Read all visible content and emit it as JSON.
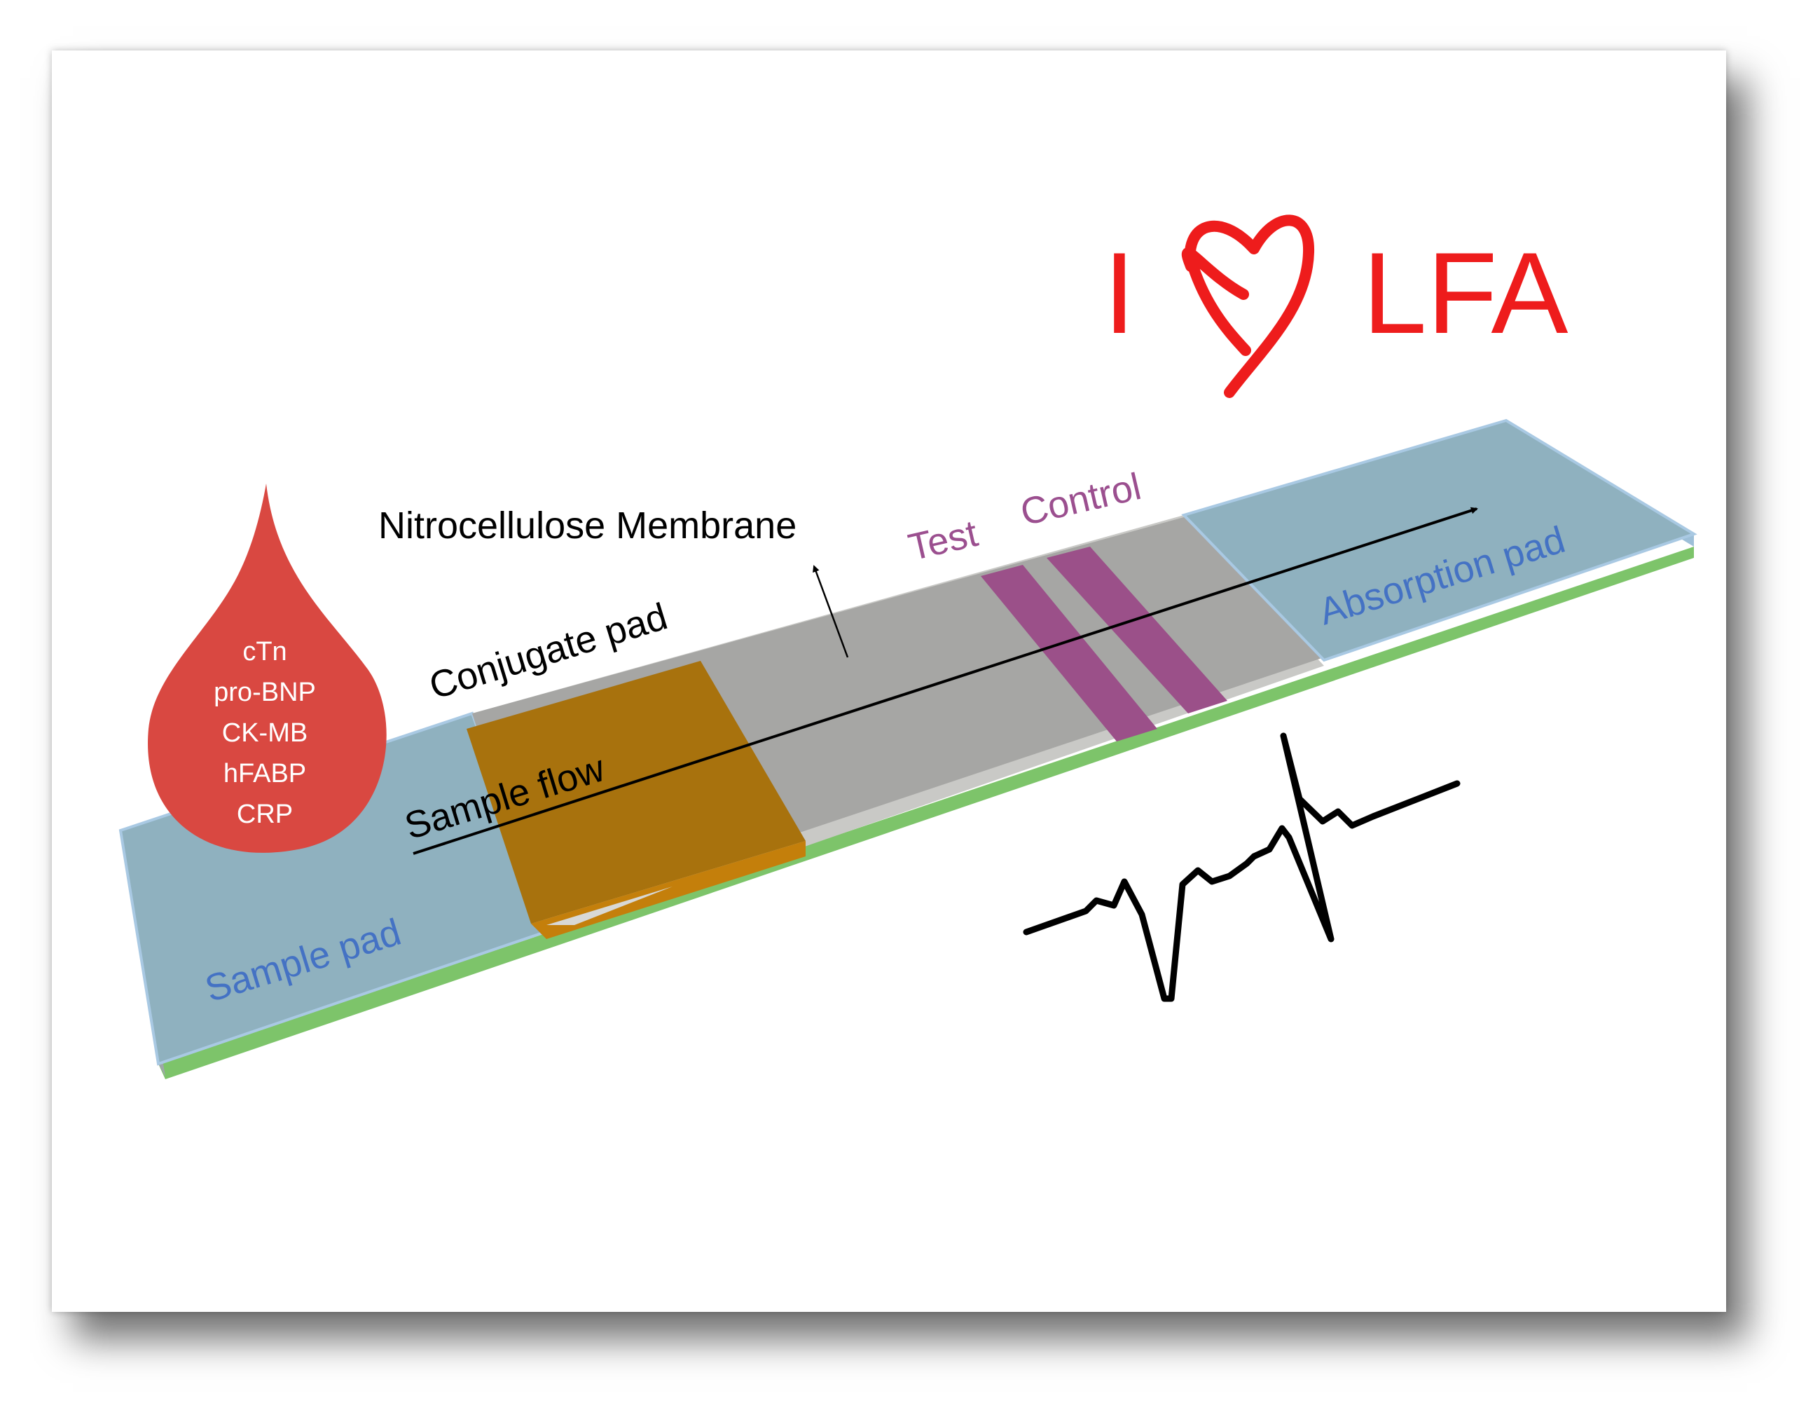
{
  "title": {
    "prefix": "I",
    "suffix": "LFA",
    "icon": "heart-icon",
    "color": "#ee1c1c"
  },
  "labels": {
    "nitrocellulose": "Nitrocellulose Membrane",
    "conjugate_pad": "Conjugate pad",
    "sample_flow": "Sample flow",
    "test": "Test",
    "control": "Control",
    "absorption_pad": "Absorption pad",
    "sample_pad": "Sample pad"
  },
  "biomarkers": [
    "cTn",
    "pro-BNP",
    "CK-MB",
    "hFABP",
    "CRP"
  ],
  "colors": {
    "pad_blue": "#8fb1bf",
    "pad_edge": "#9dbfd8",
    "backing_green": "#7dc46a",
    "membrane_gray": "#a6a6a4",
    "conjugate_orange": "#a8720d",
    "line_purple": "#9b5089",
    "drop_red": "#d94841",
    "blue_text": "#4472c4",
    "purple_text": "#9b4f8f"
  },
  "icons": [
    "drop-icon",
    "heart-icon",
    "ecg-waveform-icon",
    "arrow-icon"
  ]
}
